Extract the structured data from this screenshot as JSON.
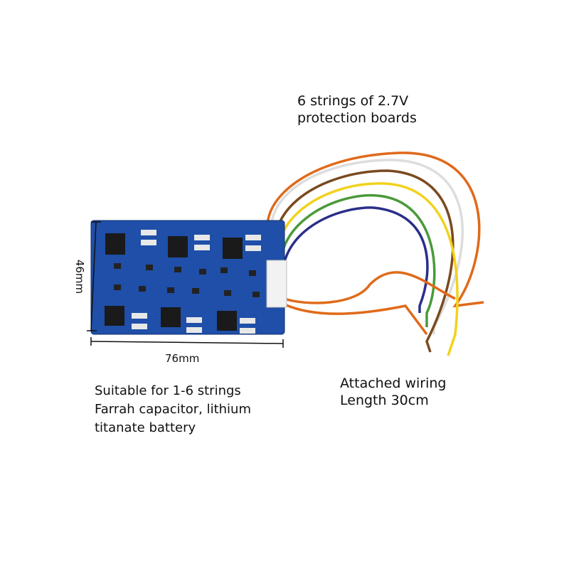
{
  "title": {
    "line1": "6 strings of 2.7V",
    "line2": "protection boards"
  },
  "dimensions": {
    "height": "46mm",
    "width": "76mm"
  },
  "description": {
    "line1": "Suitable for 1-6 strings",
    "line2": "Farrah capacitor, lithium",
    "line3": "titanate battery"
  },
  "wiring": {
    "line1": "Attached wiring",
    "line2": "Length 30cm"
  },
  "colors": {
    "board": "#1f4fa8",
    "wires": [
      "#222222",
      "#e06a1a",
      "#7a4a1f",
      "#f2d21c",
      "#4a9a3a",
      "#2a2f8a",
      "#ffffff"
    ]
  }
}
